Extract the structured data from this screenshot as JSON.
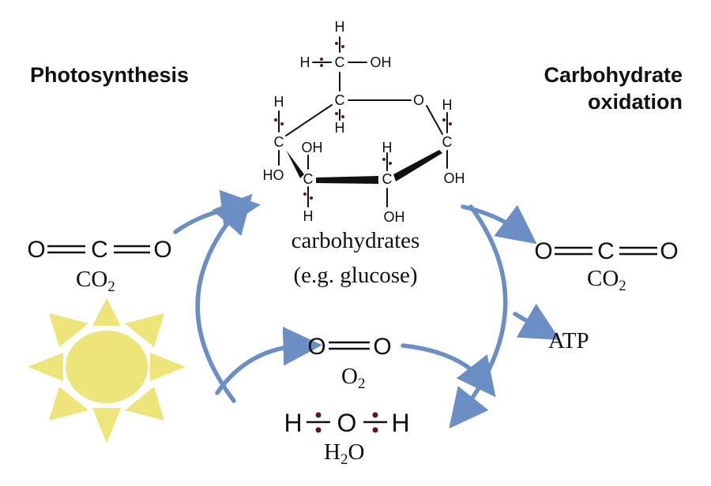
{
  "headings": {
    "left": "Photosynthesis",
    "right_line1": "Carbohydrate",
    "right_line2": "oxidation"
  },
  "labels": {
    "carbohydrates": "carbohydrates",
    "example": "(e.g. glucose)",
    "atp": "ATP"
  },
  "formulas": {
    "co2": {
      "main": "CO",
      "sub": "2"
    },
    "o2": {
      "main": "O",
      "sub": "2"
    },
    "h2o": {
      "pre": "H",
      "sub": "2",
      "post": "O"
    }
  },
  "atoms": {
    "carbon": "C",
    "oxygen": "O",
    "hydrogen": "H",
    "hydroxyl": "OH",
    "hydroxyl_left": "HO"
  },
  "colors": {
    "arrow": "#6b8fc4",
    "sun": "#ede47a",
    "ink": "#111111",
    "dot": "#5a1a1a"
  }
}
